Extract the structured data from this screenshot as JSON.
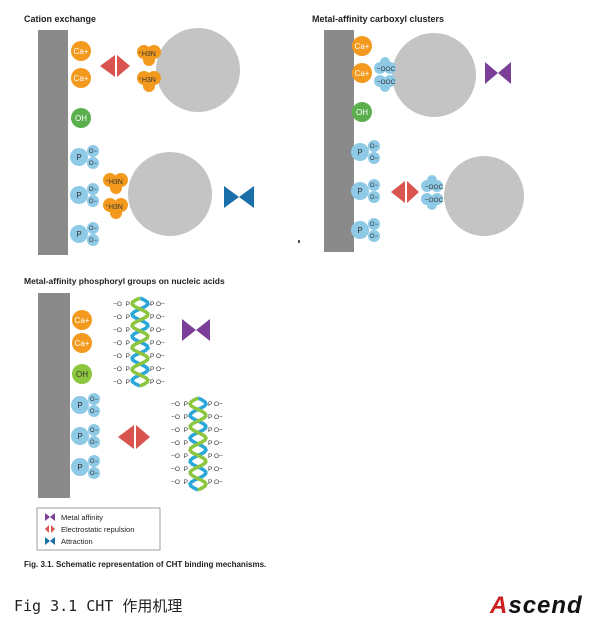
{
  "panels": {
    "cation_exchange": {
      "title": "Cation exchange"
    },
    "carboxyl": {
      "title": "Metal-affinity carboxyl clusters"
    },
    "phosphoryl": {
      "title": "Metal-affinity phosphoryl groups on nucleic acids"
    }
  },
  "labels": {
    "ca": "Ca+",
    "oh": "OH",
    "p": "P",
    "o_minus": "O−",
    "minus_o": "−O",
    "h3n": "⁺H3N",
    "ooc": "−OOC"
  },
  "legend": {
    "items": [
      {
        "label": "Metal affinity",
        "color": "#7b3f98"
      },
      {
        "label": "Electrostatic repulsion",
        "color": "#d9534f"
      },
      {
        "label": "Attraction",
        "color": "#1b6fa8"
      }
    ]
  },
  "figure_caption": "Fig. 3.1. Schematic representation of CHT binding mechanisms.",
  "bottom_caption": "Fig 3.1 CHT 作用机理",
  "logo": {
    "first": "A",
    "rest": "scend"
  },
  "colors": {
    "wall": "#8a8a8a",
    "calcium": "#f39a1e",
    "hydroxyl": "#5bb04d",
    "phosphate": "#8ecae6",
    "protein": "#c4c4c4",
    "metal_affinity": "#7b3f98",
    "repulsion_left": "#d9534f",
    "repulsion_right": "#f0a18a",
    "attraction": "#1b6fa8",
    "dna_blue": "#2aa7d8",
    "dna_green": "#8cc63f"
  }
}
